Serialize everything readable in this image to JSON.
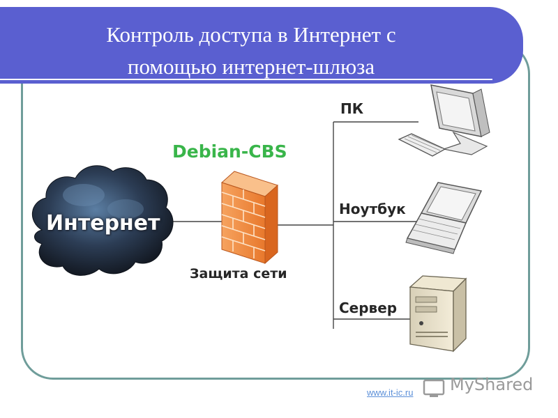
{
  "title": {
    "line1": "Контроль доступа в Интернет с",
    "line2": "помощью интернет-шлюза"
  },
  "diagram": {
    "cloud_label": "Интернет",
    "gateway_label": "Debian-CBS",
    "firewall_caption": "Защита сети",
    "devices": {
      "pc": "ПК",
      "laptop": "Ноутбук",
      "server": "Сервер"
    }
  },
  "watermark": {
    "url": "www.it-ic.ru",
    "brand": "MyShared"
  },
  "colors": {
    "banner": "#5a5fd0",
    "frame": "#6f9d9a",
    "gateway_text": "#39b54a",
    "firewall": "#f08a3c",
    "link": "#5b8fd8"
  },
  "icons": [
    "cloud-icon",
    "firewall-icon",
    "pc-icon",
    "laptop-icon",
    "server-icon",
    "myshared-logo-icon"
  ]
}
